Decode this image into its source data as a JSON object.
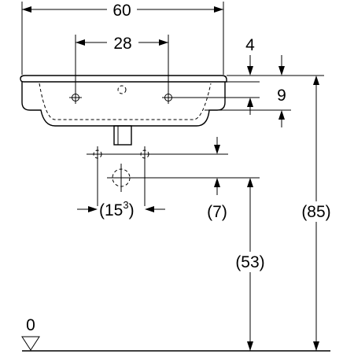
{
  "dimensions": {
    "overall_width": "60",
    "tap_hole_spacing": "28",
    "rim_thickness": "4",
    "rim_to_centre": "9",
    "waste_spacing": "(15",
    "waste_spacing_sup": "3",
    "waste_spacing_close": ")",
    "waste_height_offset": "(7)",
    "waste_height": "(53)",
    "rim_height": "(85)",
    "floor_level": "0"
  }
}
